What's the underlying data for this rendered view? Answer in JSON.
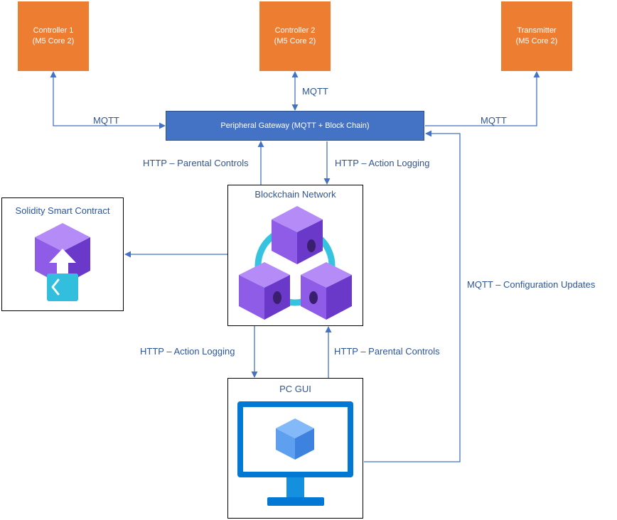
{
  "nodes": {
    "controller1": {
      "line1": "Controller 1",
      "line2": "(M5 Core 2)"
    },
    "controller2": {
      "line1": "Controller 2",
      "line2": "(M5 Core 2)"
    },
    "transmitter": {
      "line1": "Transmitter",
      "line2": "(M5 Core 2)"
    },
    "gateway": {
      "label": "Peripheral Gateway (MQTT + Block Chain)"
    },
    "blockchain": {
      "title": "Blockchain Network"
    },
    "contract": {
      "title": "Solidity Smart Contract"
    },
    "pc": {
      "title": "PC GUI"
    }
  },
  "edges": {
    "c1_gateway": "MQTT",
    "c2_gateway": "MQTT",
    "tx_gateway": "MQTT",
    "gw_parental": "HTTP – Parental Controls",
    "gw_logging": "HTTP – Action Logging",
    "pc_logging": "HTTP – Action Logging",
    "pc_parental": "HTTP – Parental Controls",
    "config_updates": "MQTT – Configuration Updates"
  },
  "colors": {
    "device": "#ed7d31",
    "gateway": "#4472c4",
    "connector": "#4472c4",
    "label": "#2f5597",
    "cube": "#8f5ce8",
    "screen": "#0078d4"
  }
}
